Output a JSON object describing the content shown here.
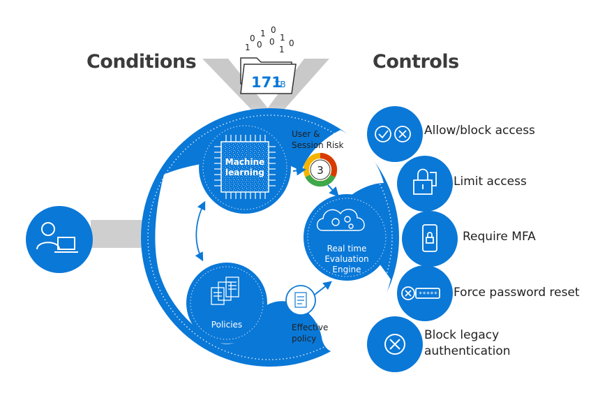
{
  "headings": {
    "conditions": "Conditions",
    "controls": "Controls"
  },
  "data_badge": {
    "number": "171",
    "unit": "TB",
    "binary_digits": [
      "0",
      "1",
      "0",
      "1",
      "0",
      "0",
      "1",
      "1",
      "0"
    ]
  },
  "machine_learning": {
    "line1": "Machine",
    "line2": "learning"
  },
  "risk": {
    "line1": "User &",
    "line2": "Session Risk",
    "level": "3"
  },
  "engine": {
    "line1": "Real time",
    "line2": "Evaluation",
    "line3": "Engine"
  },
  "policies": {
    "label": "Policies"
  },
  "effective_policy": {
    "line1": "Effective",
    "line2": "policy"
  },
  "controls": [
    {
      "label": "Allow/block access",
      "icon": "allow-block-icon"
    },
    {
      "label": "Limit access",
      "icon": "lock-icon"
    },
    {
      "label": "Require MFA",
      "icon": "mfa-phone-icon"
    },
    {
      "label": "Force password reset",
      "icon": "password-reset-icon"
    },
    {
      "label_line1": "Block legacy",
      "label_line2": "authentication",
      "icon": "block-icon"
    }
  ],
  "colors": {
    "primary": "#0a78d7",
    "dark": "#0560b5",
    "gray": "#c9c9c9",
    "text": "#3b3b3b",
    "risk_red": "#d83b01",
    "risk_yellow": "#f4b400",
    "risk_green": "#3ea84a"
  }
}
